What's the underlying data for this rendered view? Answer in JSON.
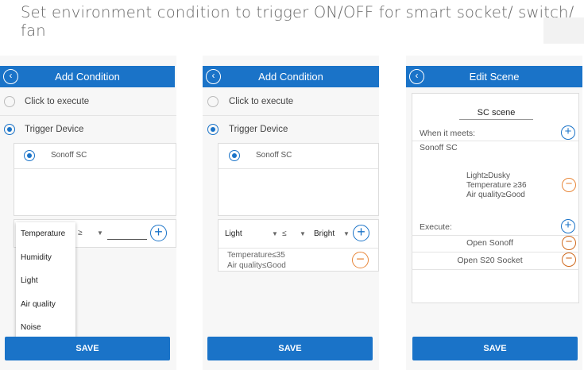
{
  "headline": "Set environment condition to trigger ON/OFF for smart socket/ switch/ fan",
  "panels": [
    {
      "header": "Add Condition",
      "click_to_execute": "Click to execute",
      "trigger_device": "Trigger Device",
      "device": "Sonoff SC",
      "operator": "≥",
      "value": "",
      "dropdown": [
        "Temperature",
        "Humidity",
        "Light",
        "Air quality",
        "Noise"
      ],
      "save": "SAVE"
    },
    {
      "header": "Add Condition",
      "click_to_execute": "Click to execute",
      "trigger_device": "Trigger Device",
      "device": "Sonoff SC",
      "sensor": "Light",
      "operator": "≤",
      "value": "Bright",
      "conditions": [
        "Temperature≤35",
        "Air quality≤Good"
      ],
      "save": "SAVE"
    },
    {
      "header": "Edit Scene",
      "scene_name": "SC scene",
      "when_label": "When it meets:",
      "device": "Sonoff SC",
      "conditions": [
        "Light≥Dusky",
        "Temperature ≥36",
        "Air quality≥Good"
      ],
      "execute_label": "Execute:",
      "actions": [
        "Open Sonoff",
        "Open S20 Socket"
      ],
      "save": "SAVE"
    }
  ],
  "colors": {
    "primary": "#1a73c8",
    "remove": "#e8873a"
  }
}
